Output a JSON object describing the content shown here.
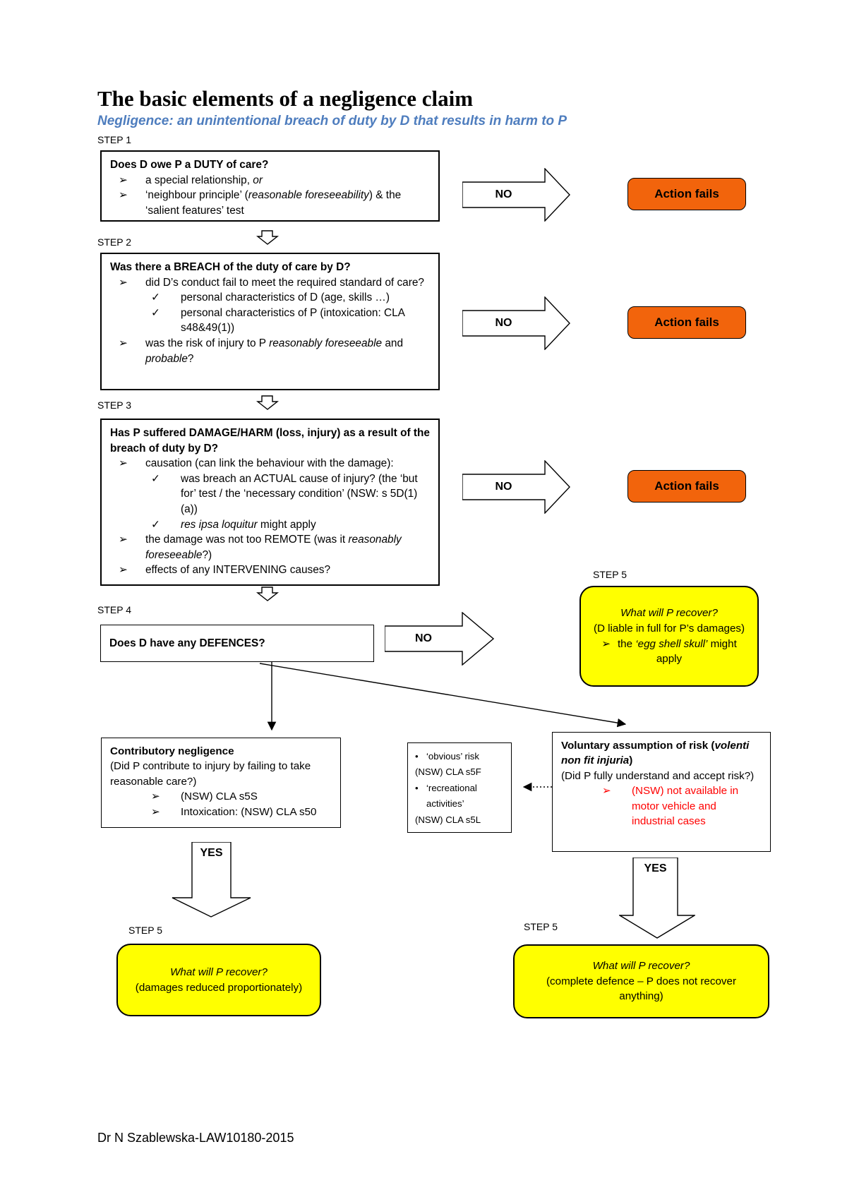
{
  "page": {
    "title": "The basic elements of a negligence claim",
    "subtitle": "Negligence: an unintentional breach of duty by D that results in harm to P",
    "footer": "Dr N Szablewska-LAW10180-2015"
  },
  "colors": {
    "subtitle_blue": "#4E7DBE",
    "action_fails_orange": "#F2640C",
    "recover_yellow": "#FFFF00",
    "warning_red": "#FF0000"
  },
  "labels": {
    "step1": "STEP 1",
    "step2": "STEP 2",
    "step3": "STEP 3",
    "step4": "STEP 4",
    "step5": "STEP 5",
    "no": "NO",
    "yes": "YES",
    "action_fails": "Action fails"
  },
  "boxes": {
    "step1": {
      "lines": [
        {
          "segs": [
            {
              "t": "Does D owe P a DUTY of care?",
              "b": true
            }
          ]
        },
        {
          "m": "➢",
          "ind": 1,
          "segs": [
            {
              "t": "a special relationship, "
            },
            {
              "t": "or",
              "i": true
            }
          ]
        },
        {
          "m": "➢",
          "ind": 1,
          "segs": [
            {
              "t": "‘neighbour principle’ ("
            },
            {
              "t": "reasonable foreseeability",
              "i": true
            },
            {
              "t": ") & the ‘salient features’ test"
            }
          ]
        }
      ]
    },
    "step2": {
      "lines": [
        {
          "segs": [
            {
              "t": "Was there a BREACH of the duty of care by D?",
              "b": true
            }
          ]
        },
        {
          "m": "➢",
          "ind": 1,
          "segs": [
            {
              "t": "did D’s conduct fail to meet the required standard of care?"
            }
          ]
        },
        {
          "m": "✓",
          "ind": 2,
          "segs": [
            {
              "t": "personal characteristics of D (age, skills …)"
            }
          ]
        },
        {
          "m": "✓",
          "ind": 2,
          "segs": [
            {
              "t": "personal characteristics of P (intoxication: CLA s48&49(1))"
            }
          ]
        },
        {
          "m": "➢",
          "ind": 1,
          "segs": [
            {
              "t": "was the risk of injury to P "
            },
            {
              "t": "reasonably foreseeable",
              "i": true
            },
            {
              "t": " and "
            },
            {
              "t": "probable",
              "i": true
            },
            {
              "t": "?"
            }
          ]
        }
      ]
    },
    "step3": {
      "lines": [
        {
          "segs": [
            {
              "t": "Has P suffered DAMAGE/HARM (loss, injury) as a result of the breach of duty by D?",
              "b": true
            }
          ]
        },
        {
          "m": "➢",
          "ind": 1,
          "segs": [
            {
              "t": "causation (can link the behaviour with the damage):"
            }
          ]
        },
        {
          "m": "✓",
          "ind": 2,
          "segs": [
            {
              "t": "was breach an ACTUAL cause of injury? (the ‘but for’ test / the ‘necessary condition’ (NSW: s 5D(1)(a))"
            }
          ]
        },
        {
          "m": "✓",
          "ind": 2,
          "segs": [
            {
              "t": "res ipsa loquitur",
              "i": true
            },
            {
              "t": " might apply"
            }
          ]
        },
        {
          "m": "➢",
          "ind": 1,
          "segs": [
            {
              "t": "the damage was not too REMOTE (was it "
            },
            {
              "t": "reasonably foreseeable",
              "i": true
            },
            {
              "t": "?)"
            }
          ]
        },
        {
          "m": "➢",
          "ind": 1,
          "segs": [
            {
              "t": "effects of any INTERVENING causes?"
            }
          ]
        }
      ]
    },
    "step4": {
      "lines": [
        {
          "segs": [
            {
              "t": "Does D have any DEFENCES?",
              "b": true
            }
          ]
        }
      ]
    },
    "recover_full": {
      "lines": [
        {
          "center": true,
          "segs": [
            {
              "t": "What will P recover?",
              "i": true
            }
          ]
        },
        {
          "center": true,
          "segs": [
            {
              "t": "(D liable in full for P’s damages)"
            }
          ]
        },
        {
          "m": "➢",
          "center": true,
          "segs": [
            {
              "t": "the "
            },
            {
              "t": "‘egg shell skull’",
              "i": true
            },
            {
              "t": " might apply"
            }
          ]
        }
      ]
    },
    "contributory": {
      "lines": [
        {
          "segs": [
            {
              "t": "Contributory negligence",
              "b": true
            }
          ]
        },
        {
          "segs": [
            {
              "t": "(Did P contribute to injury by failing to take reasonable care?)"
            }
          ]
        },
        {
          "m": "➢",
          "ind": 2,
          "segs": [
            {
              "t": "(NSW) CLA s5S"
            }
          ]
        },
        {
          "m": "➢",
          "ind": 2,
          "segs": [
            {
              "t": "Intoxication: (NSW) CLA s50"
            }
          ]
        }
      ]
    },
    "statute_note": {
      "lines": [
        {
          "m": "•",
          "segs": [
            {
              "t": "‘obvious’ risk"
            }
          ]
        },
        {
          "segs": [
            {
              "t": "(NSW) CLA s5F"
            }
          ]
        },
        {
          "m": "•",
          "segs": [
            {
              "t": "‘recreational activities’"
            }
          ]
        },
        {
          "segs": [
            {
              "t": "(NSW) CLA s5L"
            }
          ]
        }
      ]
    },
    "voluntary": {
      "lines": [
        {
          "segs": [
            {
              "t": "Voluntary assumption of risk (",
              "b": true
            },
            {
              "t": "volenti non fit injuria",
              "b": true,
              "i": true
            },
            {
              "t": ")",
              "b": true
            }
          ]
        },
        {
          "segs": [
            {
              "t": "(Did P fully understand and accept risk?)"
            }
          ]
        },
        {
          "m": "➢",
          "ind": 2,
          "color": "#FF0000",
          "segs": [
            {
              "t": "(NSW) not available in motor vehicle and industrial cases"
            }
          ]
        }
      ]
    },
    "recover_reduced": {
      "lines": [
        {
          "center": true,
          "segs": [
            {
              "t": "What will P recover?",
              "i": true
            }
          ]
        },
        {
          "center": true,
          "segs": [
            {
              "t": "(damages reduced proportionately)"
            }
          ]
        }
      ]
    },
    "recover_nothing": {
      "lines": [
        {
          "center": true,
          "segs": [
            {
              "t": "What will P recover?",
              "i": true
            }
          ]
        },
        {
          "center": true,
          "segs": [
            {
              "t": "(complete defence – P does not recover anything)"
            }
          ]
        }
      ]
    }
  }
}
